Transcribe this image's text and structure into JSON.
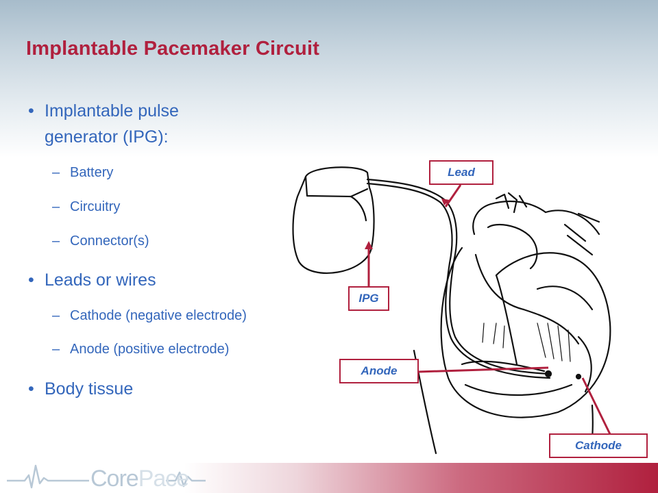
{
  "slide": {
    "title": "Implantable Pacemaker Circuit"
  },
  "bullets": {
    "ipg_line1": "Implantable pulse",
    "ipg_line2": "generator (IPG):",
    "battery": "Battery",
    "circuitry": "Circuitry",
    "connectors": "Connector(s)",
    "leads": "Leads or wires",
    "cathode": "Cathode (negative electrode)",
    "anode": "Anode (positive electrode)",
    "body_tissue": "Body tissue"
  },
  "figure": {
    "labels": {
      "lead": "Lead",
      "ipg": "IPG",
      "anode": "Anode",
      "cathode": "Cathode"
    }
  },
  "footer": {
    "logo_core": "Core",
    "logo_pace": "Pace"
  },
  "colors": {
    "title": "#b0203e",
    "body_text": "#3366bb",
    "callout_border": "#b0203e",
    "logo": "#b8c8d6"
  }
}
